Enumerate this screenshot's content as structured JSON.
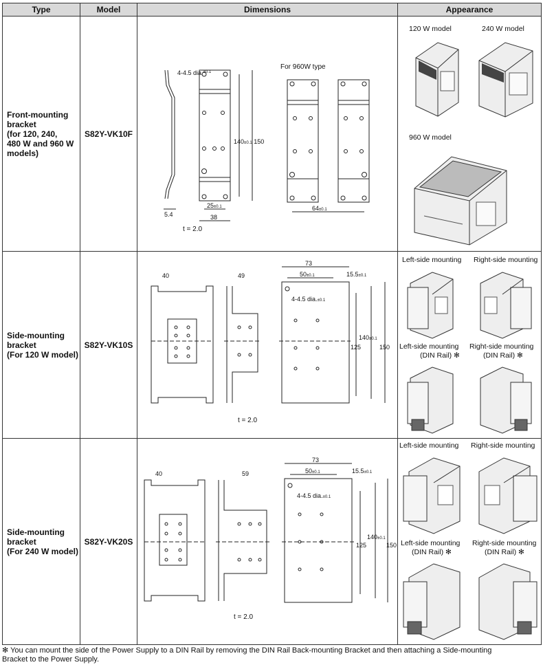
{
  "table": {
    "headers": {
      "type": "Type",
      "model": "Model",
      "dimensions": "Dimensions",
      "appearance": "Appearance"
    },
    "rows": [
      {
        "type_lines": [
          "Front-mounting",
          "bracket",
          "(for 120, 240,",
          "480 W and 960 W",
          "models)"
        ],
        "model": "S82Y-VK10F",
        "dims": {
          "note_960": "For 960W type",
          "hole": "4-4.5 dia.",
          "hole_tol": "±0.1",
          "d140": "140",
          "tol": "±0.1",
          "d150": "150",
          "d25": "25",
          "d38": "38",
          "d54": "5.4",
          "d64": "64",
          "thickness": "t = 2.0"
        },
        "appearance": [
          "120 W model",
          "240 W model",
          "960 W model"
        ]
      },
      {
        "type_lines": [
          "Side-mounting",
          "bracket",
          "(For 120 W model)"
        ],
        "model": "S82Y-VK10S",
        "dims": {
          "d40": "40",
          "d49": "49",
          "d73": "73",
          "d50": "50",
          "d155": "15.5",
          "hole": "4-4.5 dia.",
          "tol": "±0.1",
          "d125": "125",
          "d140": "140",
          "d150": "150",
          "thickness": "t = 2.0"
        },
        "appearance": [
          "Left-side mounting",
          "Right-side mounting",
          "Left-side mounting",
          "(DIN Rail) ✻",
          "Right-side mounting",
          "(DIN Rail) ✻"
        ]
      },
      {
        "type_lines": [
          "Side-mounting",
          "bracket",
          "(For 240 W model)"
        ],
        "model": "S82Y-VK20S",
        "dims": {
          "d40": "40",
          "d59": "59",
          "d73": "73",
          "d50": "50",
          "d155": "15.5",
          "hole": "4-4.5 dia.",
          "tol": "±0.1",
          "d125": "125",
          "d140": "140",
          "d150": "150",
          "thickness": "t = 2.0"
        },
        "appearance": [
          "Left-side mounting",
          "Right-side mounting",
          "Left-side mounting",
          "(DIN Rail) ✻",
          "Right-side mounting",
          "(DIN Rail) ✻"
        ]
      }
    ]
  },
  "footnote": {
    "mark": "✻",
    "line1": "You can mount the side of the Power Supply to a DIN Rail by removing the DIN Rail Back-mounting Bracket and then attaching a Side-mounting",
    "line2": "Bracket to the Power Supply."
  }
}
